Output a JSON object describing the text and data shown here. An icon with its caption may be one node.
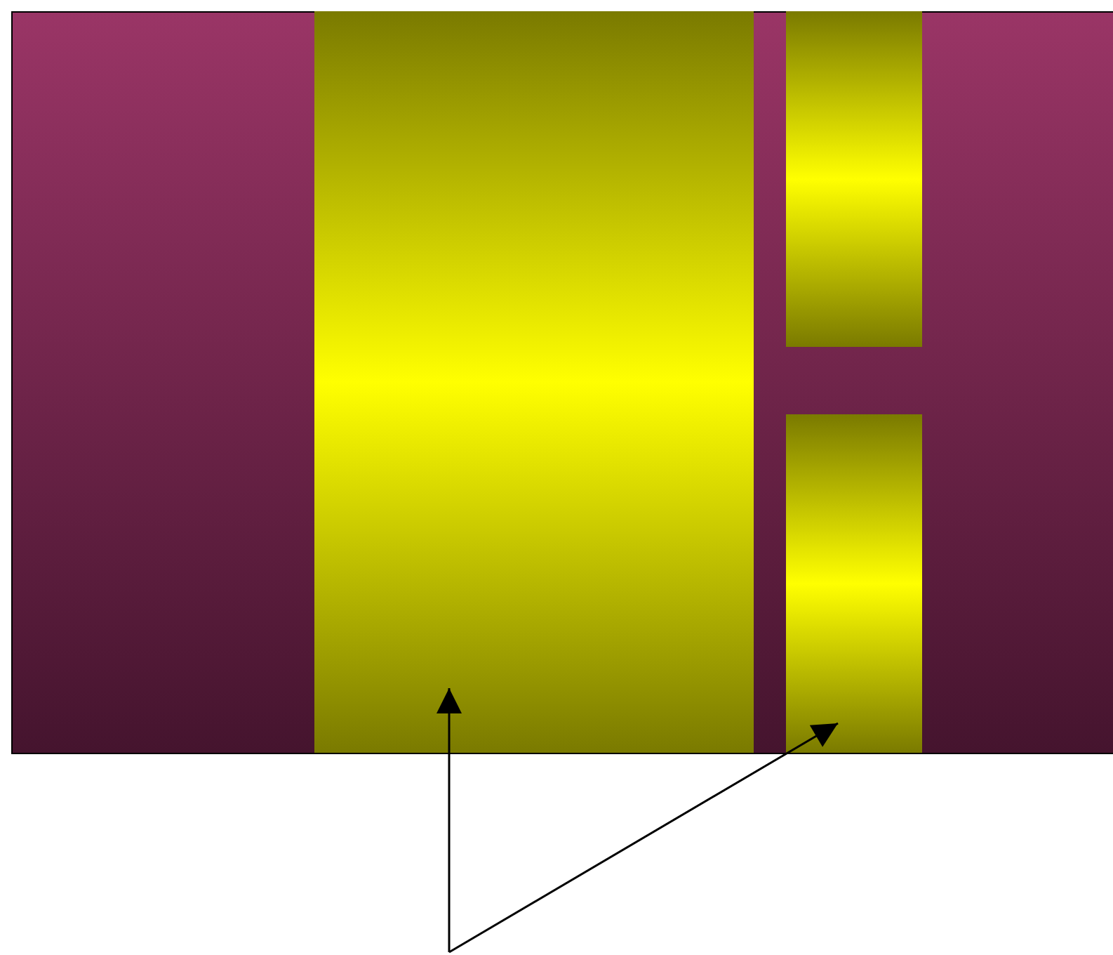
{
  "diagram": {
    "nodes": [
      {
        "text": [],
        "shape": "bar"
      },
      {
        "text": [],
        "shape": "bar"
      },
      {
        "text": [],
        "shape": "bar"
      }
    ],
    "edges": [
      {
        "from": null,
        "to": 0,
        "arrow": "to"
      },
      {
        "from": null,
        "to": 2,
        "arrow": "to"
      }
    ]
  }
}
